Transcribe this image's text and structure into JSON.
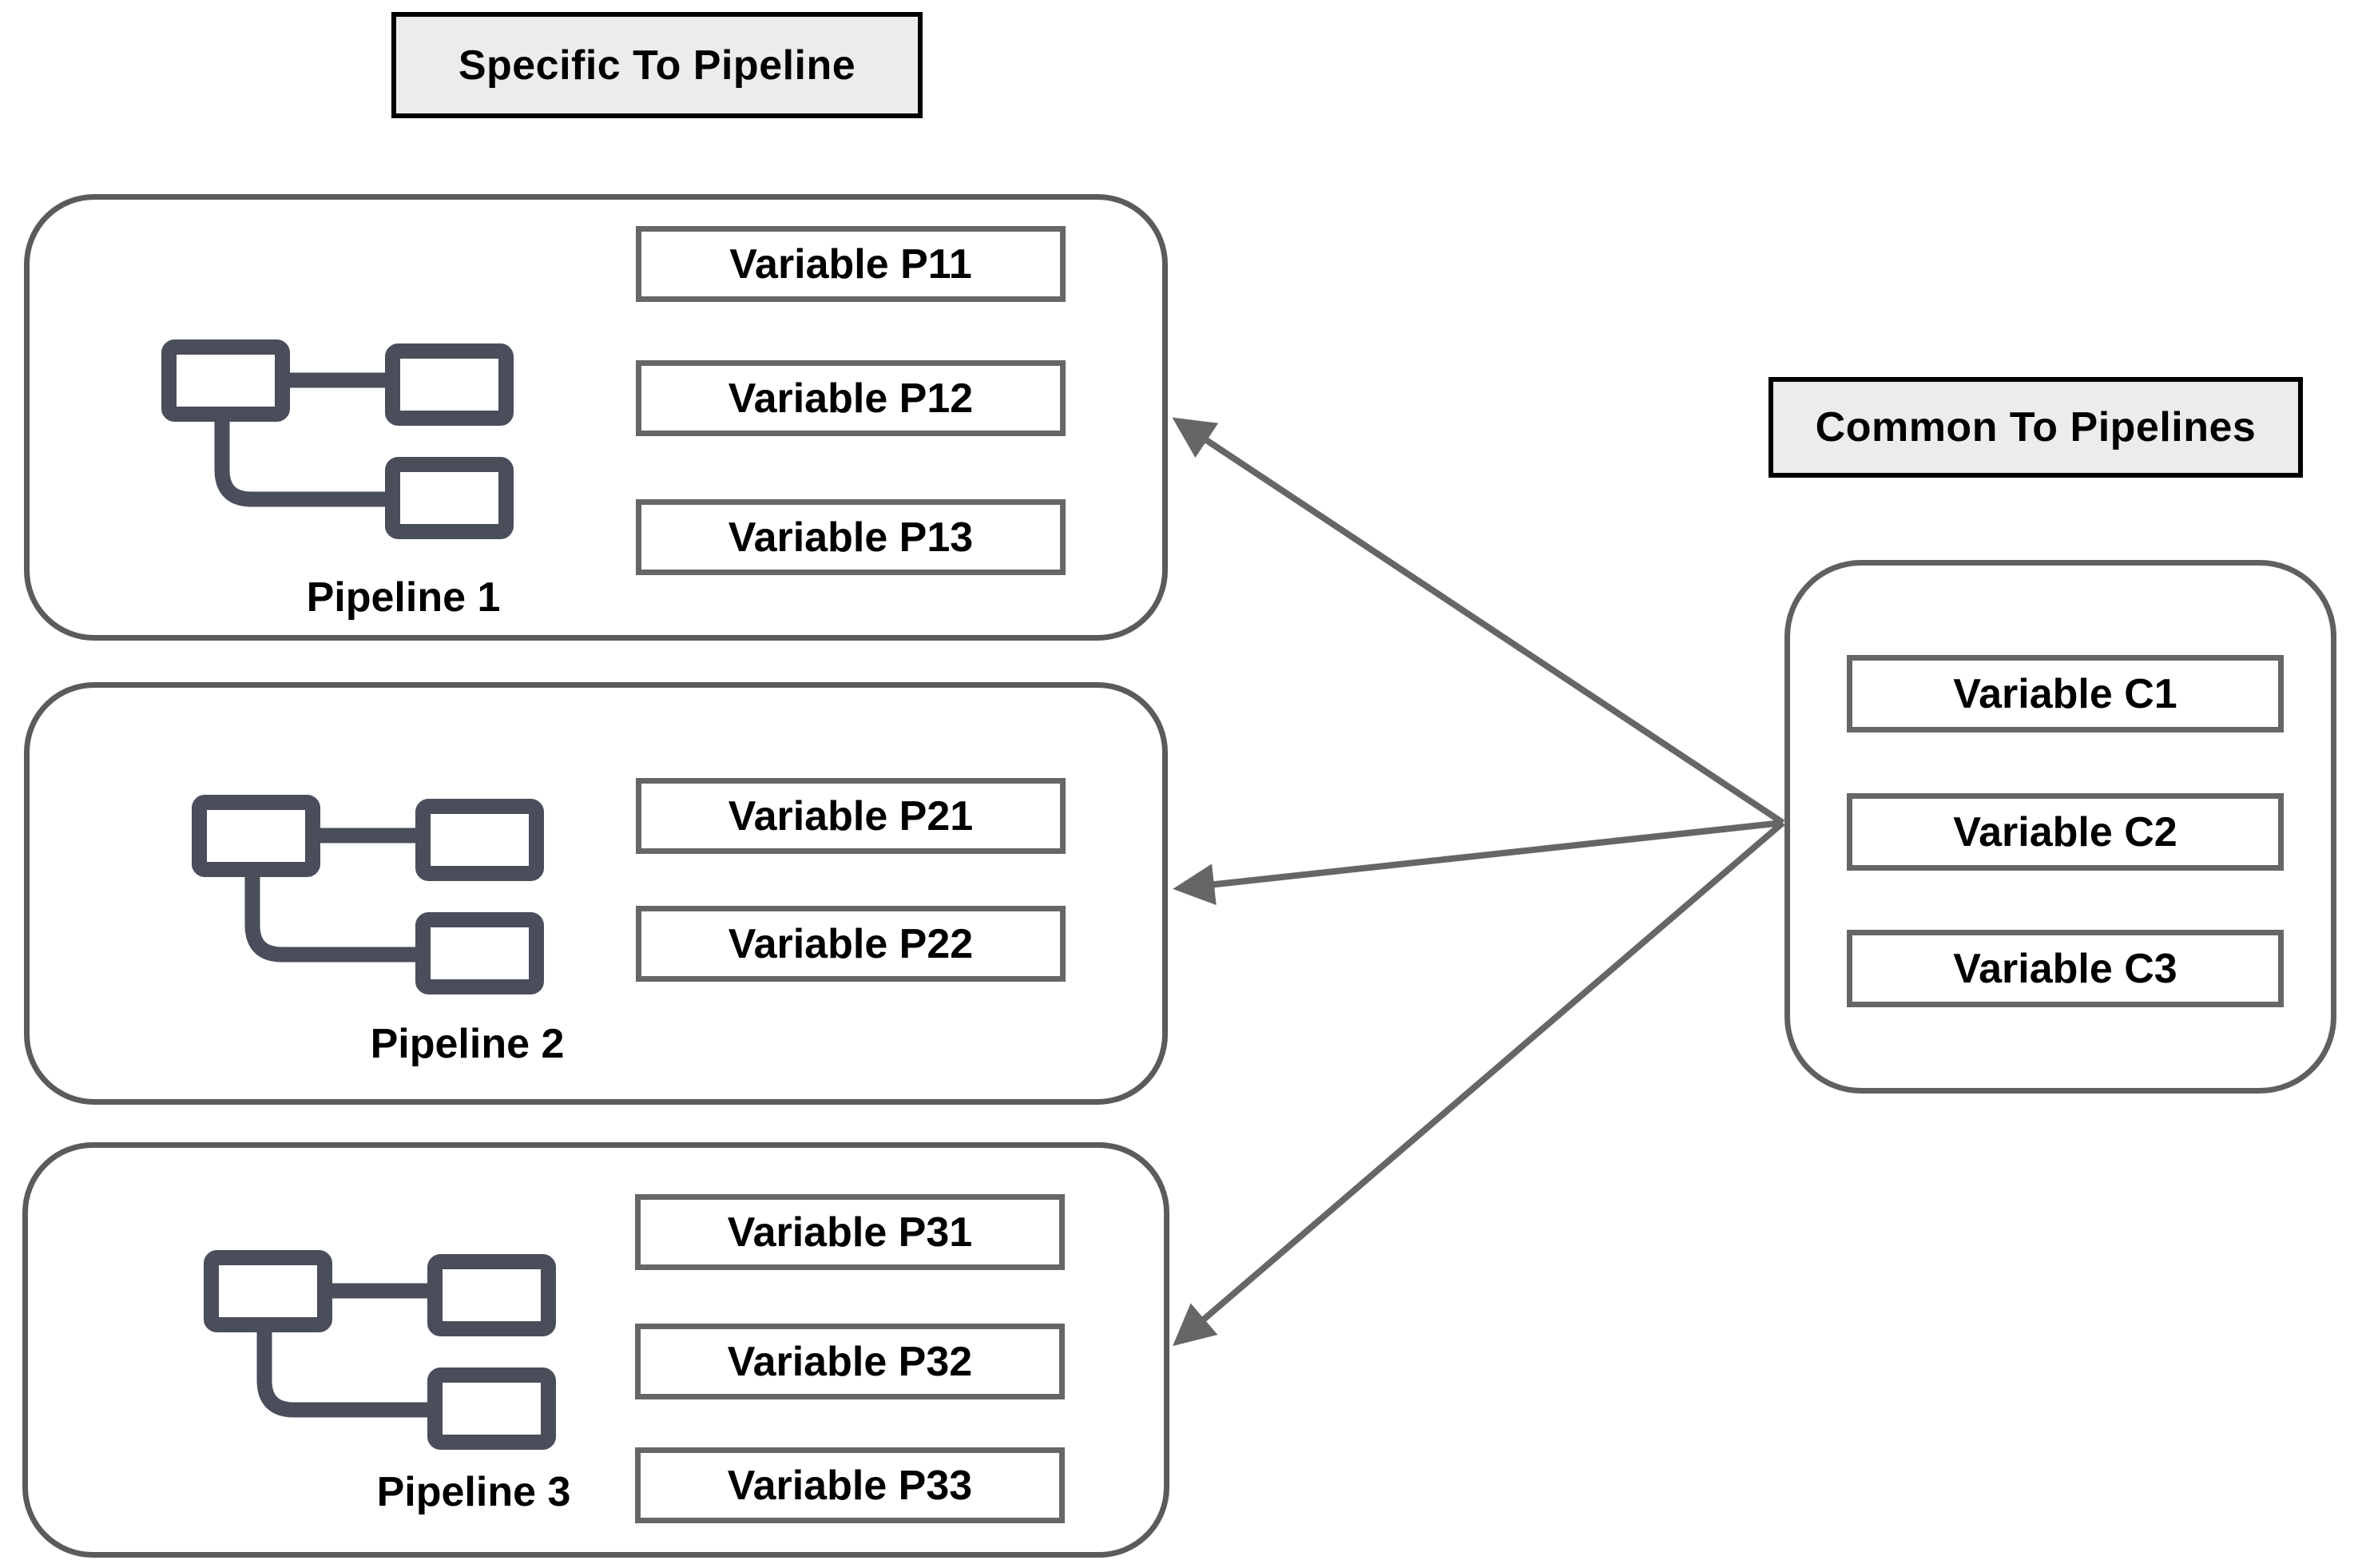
{
  "headers": {
    "specific": "Specific To Pipeline",
    "common": "Common To Pipelines"
  },
  "pipelines": [
    {
      "label": "Pipeline 1",
      "variables": [
        "Variable P11",
        "Variable P12",
        "Variable P13"
      ]
    },
    {
      "label": "Pipeline 2",
      "variables": [
        "Variable P21",
        "Variable P22"
      ]
    },
    {
      "label": "Pipeline 3",
      "variables": [
        "Variable P31",
        "Variable P32",
        "Variable P33"
      ]
    }
  ],
  "common": {
    "variables": [
      "Variable C1",
      "Variable C2",
      "Variable C3"
    ]
  },
  "edges": [
    {
      "from": "common-container",
      "to": "pipeline-1"
    },
    {
      "from": "common-container",
      "to": "pipeline-2"
    },
    {
      "from": "common-container",
      "to": "pipeline-3"
    }
  ],
  "icons": {
    "pipeline_icon": "flowchart-icon"
  },
  "colors": {
    "header_fill": "#ececec",
    "header_border": "#000000",
    "container_border": "#5b5b5b",
    "variable_border": "#666666",
    "arrow": "#666666",
    "icon": "#4a4e5b",
    "text": "#000000",
    "background": "#ffffff"
  }
}
